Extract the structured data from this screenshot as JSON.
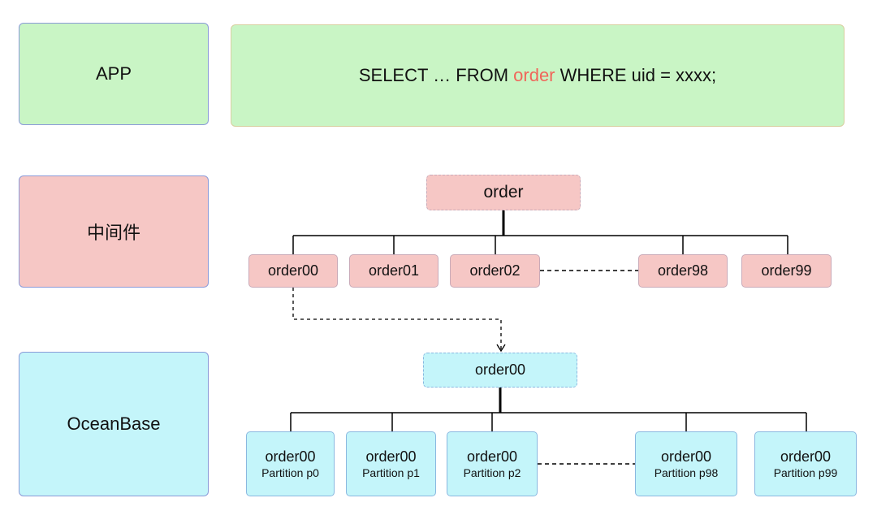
{
  "lanes": {
    "app": "APP",
    "middleware": "中间件",
    "oceanbase": "OceanBase"
  },
  "sql": {
    "before": "SELECT … FROM ",
    "table": "order",
    "after": " WHERE uid = xxxx;"
  },
  "middleware": {
    "root": "order",
    "shards": [
      "order00",
      "order01",
      "order02",
      "order98",
      "order99"
    ]
  },
  "oceanbase": {
    "root": "order00",
    "partitions": [
      {
        "table": "order00",
        "partition": "Partition p0"
      },
      {
        "table": "order00",
        "partition": "Partition p1"
      },
      {
        "table": "order00",
        "partition": "Partition p2"
      },
      {
        "table": "order00",
        "partition": "Partition p98"
      },
      {
        "table": "order00",
        "partition": "Partition p99"
      }
    ]
  },
  "colors": {
    "app": "#c9f5c5",
    "middleware": "#f6c7c5",
    "oceanbase": "#c4f5fa",
    "highlight": "#f0665a"
  }
}
